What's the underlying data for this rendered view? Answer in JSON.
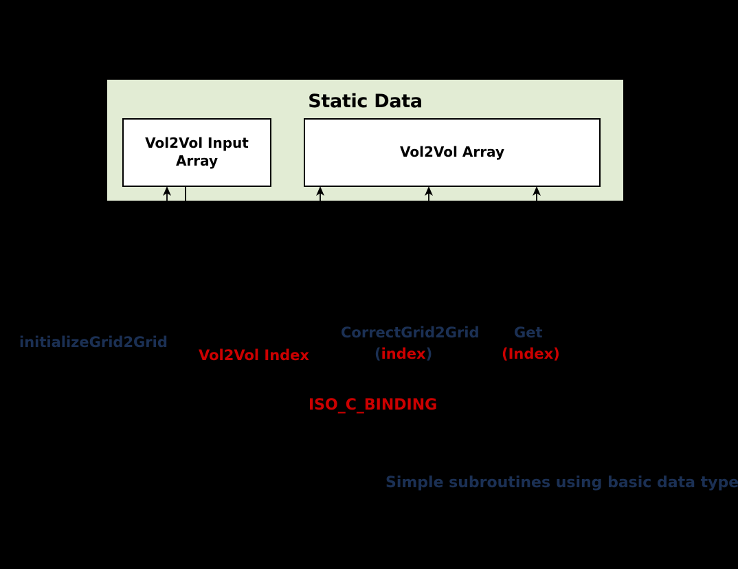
{
  "diagram": {
    "title": "Static Data",
    "panel_color": "#e2ecd4",
    "navy_color": "#1b3054",
    "red_color": "#cc0000",
    "background_color": "#000000",
    "boxes": [
      {
        "name": "input-array",
        "label": "Vol2Vol Input Array"
      },
      {
        "name": "main-array",
        "label": "Vol2Vol  Array"
      }
    ],
    "connectors": [
      {
        "name": "arrow-input-array",
        "kind": "arrow-up"
      },
      {
        "name": "divider-line",
        "kind": "line"
      },
      {
        "name": "arrow-main-array-1",
        "kind": "arrow-up"
      },
      {
        "name": "arrow-main-array-2",
        "kind": "arrow-up"
      },
      {
        "name": "arrow-main-array-3",
        "kind": "arrow-up"
      }
    ],
    "labels": {
      "initialize": "initializeGrid2Grid",
      "vol2vol_index": "Vol2Vol Index",
      "correct": "CorrectGrid2Grid",
      "correct_arg_open": "(",
      "correct_arg": "index",
      "correct_arg_close": ")",
      "get": "Get",
      "get_arg": "(Index)",
      "iso_c_binding": "ISO_C_BINDING",
      "footer": "Simple subroutines using basic data type"
    }
  }
}
